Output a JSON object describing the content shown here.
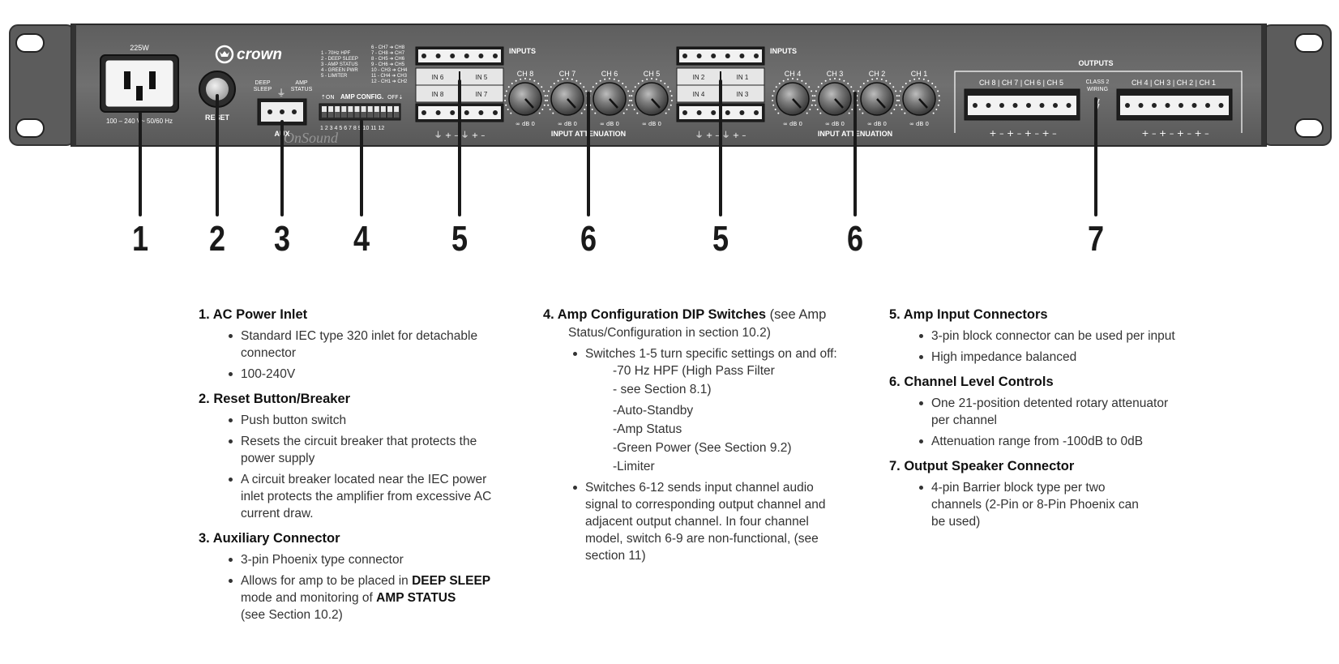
{
  "panel": {
    "power_label": "225W",
    "voltage_label": "100 – 240 V~  50/60 Hz",
    "brand": "crown",
    "reset_label": "RESET",
    "aux_labels": {
      "deep_sleep_1": "DEEP",
      "deep_sleep_2": "SLEEP",
      "ground": "⏚",
      "amp_status_1": "AMP",
      "amp_status_2": "STATUS",
      "aux": "AUX"
    },
    "dip": {
      "legend_left": [
        "1 - 70Hz HPF",
        "2 - DEEP SLEEP",
        "3 - AMP STATUS",
        "4 - GREEN PWR",
        "5 - LIMITER"
      ],
      "legend_right": [
        "6 - CH7 ➔ CH8",
        "7 - CH8 ➔ CH7",
        "8 - CH5 ➔ CH6",
        "9 - CH6 ➔ CH5",
        "10 - CH3 ➔ CH4",
        "11 - CH4 ➔ CH3",
        "12 - CH1 ➔ CH2"
      ],
      "on_label": "⇡ON",
      "config_label": "AMP CONFIG.",
      "off_label": "OFF⇣",
      "numbers": "1  2  3  4  5  6  7  8  9 10 11 12"
    },
    "inputs_label": "INPUTS",
    "input_group_a": {
      "top_left": "IN 6",
      "top_right": "IN 5",
      "bottom_left": "IN 8",
      "bottom_right": "IN 7"
    },
    "input_group_b": {
      "top_left": "IN 2",
      "top_right": "IN 1",
      "bottom_left": "IN 4",
      "bottom_right": "IN 3"
    },
    "pin_label": "⏚  +  –  ⏚  +  –",
    "knobs_a": [
      "CH 8",
      "CH 7",
      "CH 6",
      "CH 5"
    ],
    "knobs_b": [
      "CH 4",
      "CH 3",
      "CH 2",
      "CH 1"
    ],
    "knob_scale": "∞  dB  0",
    "attenuation_label": "INPUT ATTENUATION",
    "outputs_label": "OUTPUTS",
    "outputs_left": "CH 8  |  CH 7  |  CH 6  |  CH 5",
    "outputs_right": "CH 4  |  CH 3  |  CH 2  |  CH 1",
    "class2_1": "CLASS 2",
    "class2_2": "WIRING",
    "output_pins": "+  –  +  –  +  –  +  –",
    "watermark": "OnSound"
  },
  "callouts": [
    "1",
    "2",
    "3",
    "4",
    "5",
    "6",
    "5",
    "6",
    "7"
  ],
  "desc": {
    "s1": {
      "title": "1. AC Power Inlet",
      "items": [
        "Standard IEC type 320 inlet for detachable connector",
        "100-240V"
      ]
    },
    "s2": {
      "title": "2. Reset Button/Breaker",
      "items": [
        "Push button switch",
        "Resets the circuit breaker that protects the power supply",
        "A circuit breaker located near the IEC power inlet protects the amplifier from excessive AC current draw."
      ]
    },
    "s3": {
      "title": "3. Auxiliary Connector",
      "items": [
        "3-pin Phoenix type connector"
      ],
      "item2_a": "Allows for amp to be placed in ",
      "item2_b": "DEEP SLEEP",
      "item2_c": "mode and monitoring of ",
      "item2_d": "AMP STATUS",
      "item2_e": "(see Section 10.2)"
    },
    "s4": {
      "title": "4. Amp Configuration DIP Switches",
      "title_rest": " (see Amp",
      "title_cont": "Status/Configuration in section 10.2)",
      "item1": "Switches 1-5 turn specific settings on and off:",
      "subs": [
        "-70 Hz HPF (High Pass Filter",
        "- see Section 8.1)",
        "-Auto-Standby",
        "-Amp Status",
        "-Green Power (See Section 9.2)",
        "-Limiter"
      ],
      "item2": "Switches 6-12 sends input channel audio signal to corresponding output channel and adjacent output channel. In four channel model, switch 6-9 are non-functional, (see section 11)"
    },
    "s5": {
      "title": "5. Amp Input Connectors",
      "items": [
        "3-pin block connector can be used per input",
        "High impedance balanced"
      ]
    },
    "s6": {
      "title": "6. Channel Level Controls",
      "items": [
        "One 21-position detented rotary attenuator per channel",
        "Attenuation range from -100dB to 0dB"
      ]
    },
    "s7": {
      "title": "7. Output Speaker Connector",
      "items": [
        "4-pin Barrier block type per two channels (2-Pin or 8-Pin Phoenix can be used)"
      ]
    }
  }
}
